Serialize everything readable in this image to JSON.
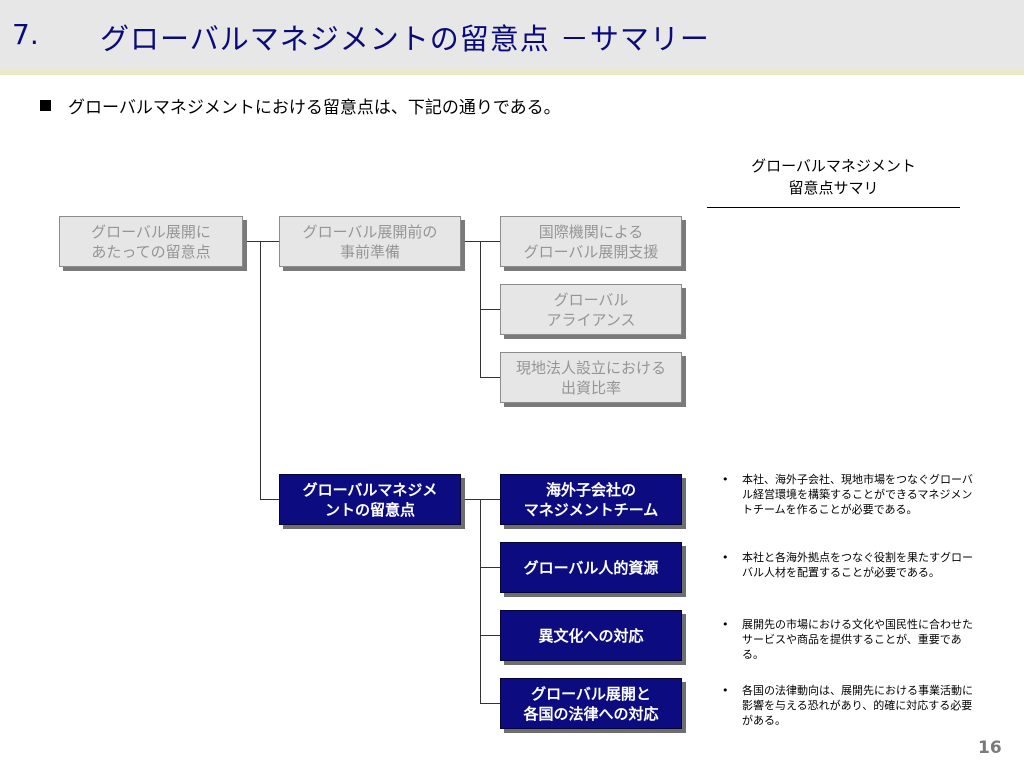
{
  "header": {
    "number": "7.",
    "title": "グローバルマネジメントの留意点 －サマリー"
  },
  "subheading": "グローバルマネジメントにおける留意点は、下記の通りである。",
  "summary": {
    "heading_line1": "グローバルマネジメント",
    "heading_line2": "留意点サマリ"
  },
  "tree": {
    "root": "グローバル展開に\nあたっての留意点",
    "pre": "グローバル展開前の\n事前準備",
    "pre_items": [
      "国際機関による\nグローバル展開支援",
      "グローバル\nアライアンス",
      "現地法人設立における\n出資比率"
    ],
    "mgmt": "グローバルマネジメ\nントの留意点",
    "mgmt_items": [
      "海外子会社の\nマネジメントチーム",
      "グローバル人的資源",
      "異文化への対応",
      "グローバル展開と\n各国の法律への対応"
    ]
  },
  "notes": [
    "本社、海外子会社、現地市場をつなぐグローバル経営環境を構築することができるマネジメントチームを作ることが必要である。",
    "本社と各海外拠点をつなぐ役割を果たすグローバル人材を配置することが必要である。",
    "展開先の市場における文化や国民性に合わせたサービスや商品を提供することが、重要である。",
    "各国の法律動向は、展開先における事業活動に影響を与える恐れがあり、的確に対応する必要がある。"
  ],
  "bullet_char": "•",
  "page_number": "16",
  "colors": {
    "title_text": "#0a0a7a",
    "highlight_box": "#0c0c80",
    "muted_box": "#e6e6e6",
    "muted_text": "#959595"
  }
}
